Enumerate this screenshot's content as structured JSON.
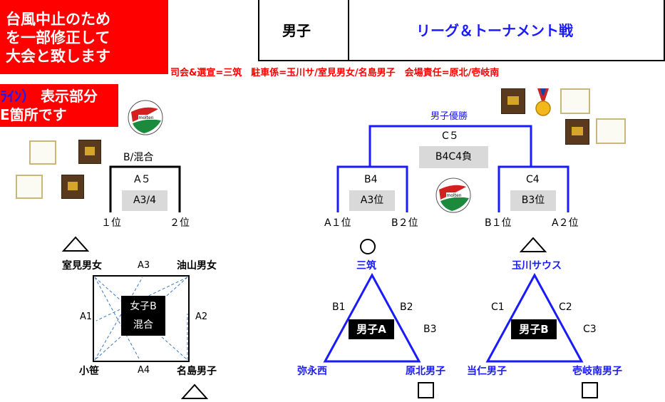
{
  "notice": {
    "lines": [
      "台風中止のため",
      "を一部修正して",
      "大会と致します"
    ],
    "line2_prefix": "ﾗｲﾝ）",
    "line2_rest": "表示部分",
    "line3": "E箇所です"
  },
  "header": {
    "category": "男子",
    "format": "リーグ＆トーナメント戦"
  },
  "staff_line": "司会&選宣=三筑　駐車係=玉川サ/室見男女/名島男子　会場責任=原北/壱岐南",
  "mixed": {
    "title": "B/混合",
    "match": "A５",
    "pairing": "A3/4",
    "left": "１位",
    "right": "２位"
  },
  "final": {
    "champion": "男子優勝",
    "match": "C５",
    "pairing": "B4C4負",
    "left_semi": {
      "match": "B4",
      "pairing": "A3位",
      "left": "A１位",
      "right": "B２位"
    },
    "right_semi": {
      "match": "C4",
      "pairing": "B3位",
      "left": "B１位",
      "right": "A２位"
    }
  },
  "league_a_girls": {
    "center_top": "女子B",
    "center_bottom": "混合",
    "top_left": "室見男女",
    "top_right": "油山男女",
    "bottom_left": "小笹",
    "bottom_right": "名島男子",
    "edge_top": "A3",
    "edge_left": "A1",
    "edge_right": "A2",
    "edge_bottom": "A4"
  },
  "league_boys_a": {
    "name": "男子A",
    "top": "三筑",
    "bottom_left": "弥永西",
    "bottom_right": "原北男子",
    "edge_left": "B1",
    "edge_right": "B2",
    "edge_bottom": "B3"
  },
  "league_boys_b": {
    "name": "男子B",
    "top": "玉川サウス",
    "bottom_left": "当仁男子",
    "bottom_right": "壱岐南男子",
    "edge_left": "C1",
    "edge_right": "C2",
    "edge_bottom": "C3"
  },
  "icons": [
    "volleyball-icon",
    "trophy-plaque-icon",
    "certificate-icon",
    "gold-medal-icon",
    "triangle-marker-icon",
    "circle-marker-icon",
    "square-marker-icon"
  ],
  "colors": {
    "notice_bg": "#ff0000",
    "accent_blue": "#1a1aff",
    "label_bg": "#d9d9d9"
  }
}
